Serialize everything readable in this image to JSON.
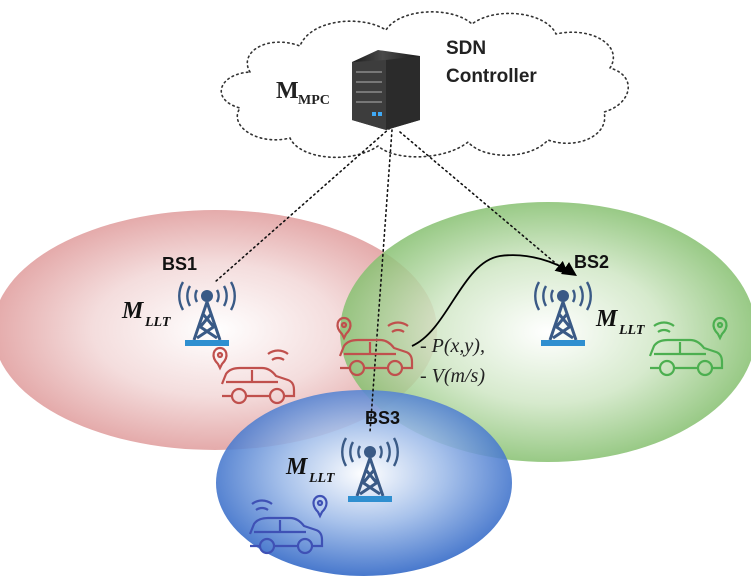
{
  "controller": {
    "label_line1": "SDN",
    "label_line2": "Controller",
    "model_main": "M",
    "model_sub": "MPC"
  },
  "base_stations": [
    {
      "name": "BS1",
      "model_main": "M",
      "model_sub": "LLT",
      "color": "#e8a0a0"
    },
    {
      "name": "BS2",
      "model_main": "M",
      "model_sub": "LLT",
      "color": "#8cc47a"
    },
    {
      "name": "BS3",
      "model_main": "M",
      "model_sub": "LLT",
      "color": "#3f78d0"
    }
  ],
  "vehicle_info": {
    "position_label": "- P(x,y),",
    "velocity_label": "- V(m/s)"
  },
  "icons": {
    "server": "server-icon",
    "tower": "cell-tower-icon",
    "car": "connected-car-icon",
    "pin": "location-pin-icon"
  },
  "colors": {
    "tower_blue": "#3a5a86",
    "tower_base": "#2f8fd0",
    "car_red": "#c0504d",
    "car_green": "#4caf50",
    "car_blue": "#3f51b5"
  }
}
